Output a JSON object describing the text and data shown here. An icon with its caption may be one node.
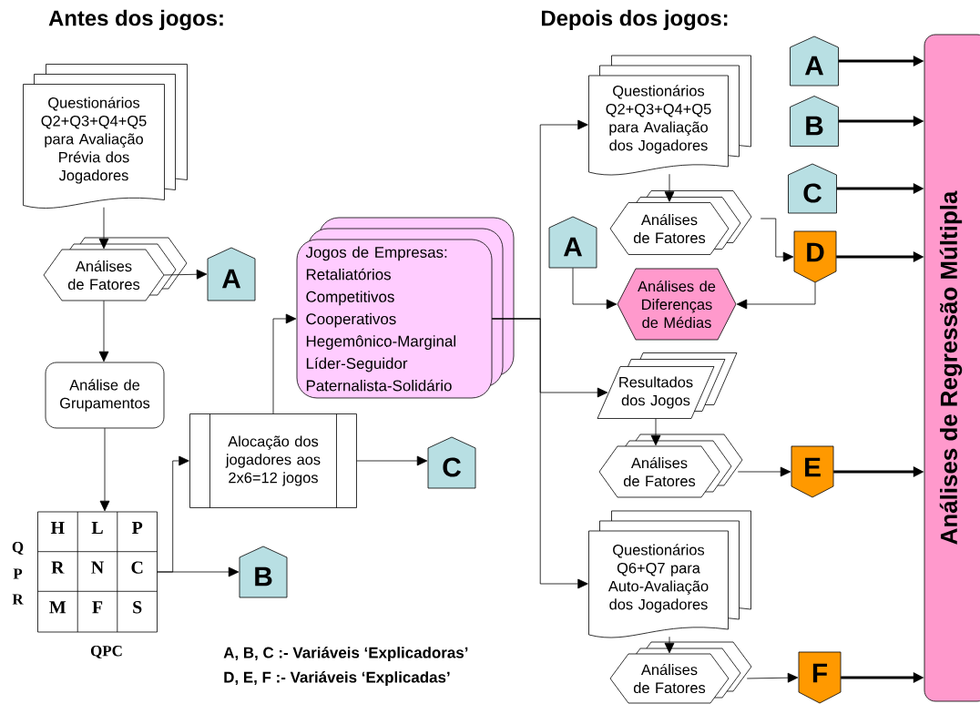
{
  "diagram": {
    "nodes": [
      {
        "text": [
          "Questionários Q2+Q3+Q4+Q5 para Avaliação Prévia dos Jogadores"
        ]
      },
      {
        "text": [
          "Análises de Fatores"
        ]
      },
      {
        "text": [
          "A"
        ]
      },
      {
        "text": [
          "Análise de Grupamentos"
        ]
      },
      {
        "text": [
          "H",
          "L",
          "P",
          "R",
          "N",
          "C",
          "M",
          "F",
          "S"
        ],
        "beside": [
          "Q",
          "P",
          "R",
          "QPC"
        ]
      },
      {
        "text": [
          "Alocação dos jogadores aos 2x6=12 jogos"
        ]
      },
      {
        "text": [
          "C"
        ]
      },
      {
        "text": [
          "B"
        ]
      },
      {
        "text": [
          "Jogos de Empresas:",
          "Retaliatórios",
          "Competitivos",
          "Cooperativos",
          "Hegemônico-Marginal",
          "Líder-Seguidor",
          "Paternalista-Solidário"
        ]
      },
      {
        "text": [
          "Questionários Q2+Q3+Q4+Q5 para Avaliação dos Jogadores"
        ]
      },
      {
        "text": [
          "Análises de Fatores"
        ]
      },
      {
        "text": [
          "A"
        ]
      },
      {
        "text": [
          "B"
        ]
      },
      {
        "text": [
          "C"
        ]
      },
      {
        "text": [
          "A"
        ]
      },
      {
        "text": [
          "D"
        ]
      },
      {
        "text": [
          "Análises de Diferenças de Médias"
        ]
      },
      {
        "text": [
          "Resultados dos Jogos"
        ]
      },
      {
        "text": [
          "Análises de Fatores"
        ]
      },
      {
        "text": [
          "E"
        ]
      },
      {
        "text": [
          "Questionários Q6+Q7 para Auto-Avaliação dos Jogadores"
        ]
      },
      {
        "text": [
          "Análises de Fatores"
        ]
      },
      {
        "text": [
          "F"
        ]
      },
      {
        "text": [
          "Análises de Regressão Múltipla"
        ]
      }
    ],
    "edges": [
      {
        "from": 0,
        "to": 1,
        "arrow": "to"
      },
      {
        "from": 1,
        "to": 2,
        "arrow": "to"
      },
      {
        "from": 1,
        "to": 3,
        "arrow": "to"
      },
      {
        "from": 3,
        "to": 4,
        "arrow": "to"
      },
      {
        "from": 4,
        "to": 7,
        "arrow": "to"
      },
      {
        "from": 4,
        "to": 5,
        "arrow": "to"
      },
      {
        "from": 5,
        "to": 6,
        "arrow": "to"
      },
      {
        "from": 5,
        "to": 8,
        "arrow": "to"
      },
      {
        "from": 8,
        "to": 9,
        "arrow": "to"
      },
      {
        "from": 8,
        "to": 17,
        "arrow": "to"
      },
      {
        "from": 8,
        "to": 20,
        "arrow": "to"
      },
      {
        "from": 9,
        "to": 10,
        "arrow": "to"
      },
      {
        "from": 10,
        "to": 15,
        "arrow": "to"
      },
      {
        "from": 15,
        "to": 16,
        "arrow": "to"
      },
      {
        "from": 14,
        "to": 16,
        "arrow": "to"
      },
      {
        "from": 17,
        "to": 18,
        "arrow": "to"
      },
      {
        "from": 18,
        "to": 19,
        "arrow": "to"
      },
      {
        "from": 20,
        "to": 21,
        "arrow": "to"
      },
      {
        "from": 21,
        "to": 22,
        "arrow": "to"
      },
      {
        "from": 11,
        "to": 23,
        "arrow": "to",
        "style": "thick"
      },
      {
        "from": 12,
        "to": 23,
        "arrow": "to",
        "style": "thick"
      },
      {
        "from": 13,
        "to": 23,
        "arrow": "to",
        "style": "thick"
      },
      {
        "from": 15,
        "to": 23,
        "arrow": "to",
        "style": "thick"
      },
      {
        "from": 19,
        "to": 23,
        "arrow": "to",
        "style": "thick"
      },
      {
        "from": 22,
        "to": 23,
        "arrow": "to",
        "style": "thick"
      }
    ],
    "labels": [
      "Antes dos jogos:",
      "Depois dos jogos:",
      "A, B, C :- Variáveis ‘Explicadoras’",
      "D, E, F :- Variáveis ‘Explicadas’"
    ]
  }
}
